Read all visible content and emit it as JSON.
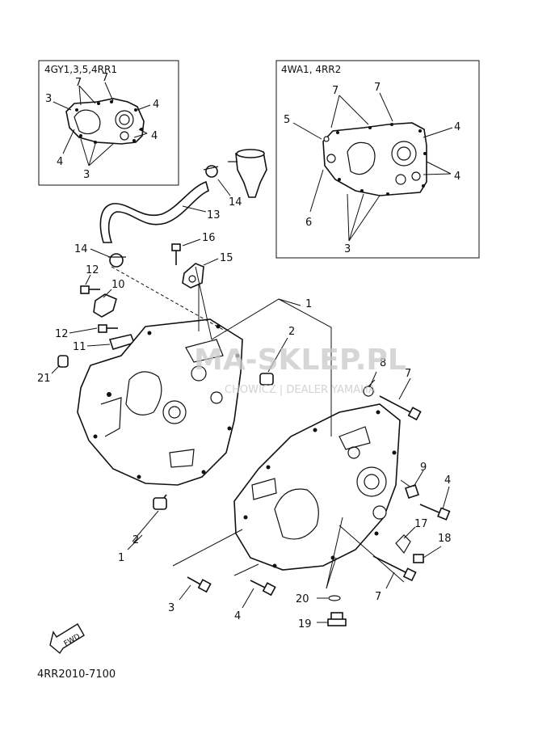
{
  "insets": [
    {
      "title": "4GY1,3,5,4RR1"
    },
    {
      "title": "4WA1, 4RR2"
    }
  ],
  "callouts": {
    "inset1": [
      "7",
      "7",
      "3",
      "4",
      "4",
      "4",
      "3"
    ],
    "inset2": [
      "7",
      "7",
      "5",
      "4",
      "4",
      "6",
      "3"
    ],
    "main": [
      "14",
      "13",
      "14",
      "16",
      "15",
      "12",
      "10",
      "12",
      "11",
      "21",
      "1",
      "2",
      "8",
      "7",
      "9",
      "4",
      "17",
      "18",
      "2",
      "1",
      "3",
      "4",
      "20",
      "7",
      "19"
    ]
  },
  "watermark": {
    "main": "MA-SKLEP.PL",
    "sub": "CHOWICZ | DEALER YAMAHA"
  },
  "fwd_label": "FWD",
  "diagram_code": "4RR2010-7100"
}
